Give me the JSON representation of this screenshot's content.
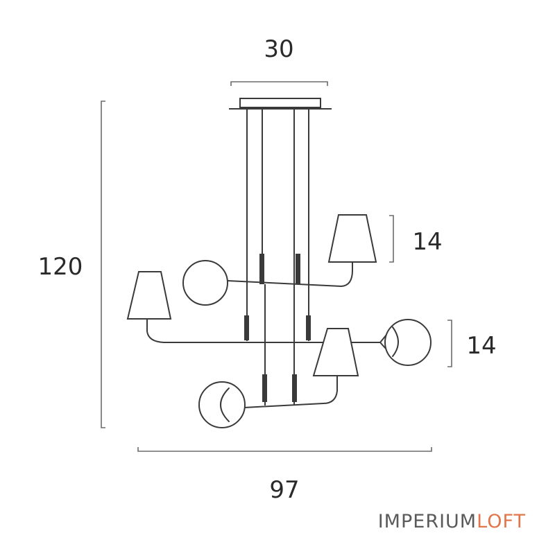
{
  "dimensions": {
    "top_width": "30",
    "total_height": "120",
    "upper_tier": "14",
    "lower_tier": "14",
    "overall_width": "97"
  },
  "brand": {
    "part1": "IMPERIUM",
    "part2": "LOFT",
    "color_part1": "#5a5a5a",
    "color_part2": "#e0764a"
  },
  "colors": {
    "line": "#3a3a3a",
    "dimension_line": "#6b6b6b",
    "background": "#ffffff"
  }
}
